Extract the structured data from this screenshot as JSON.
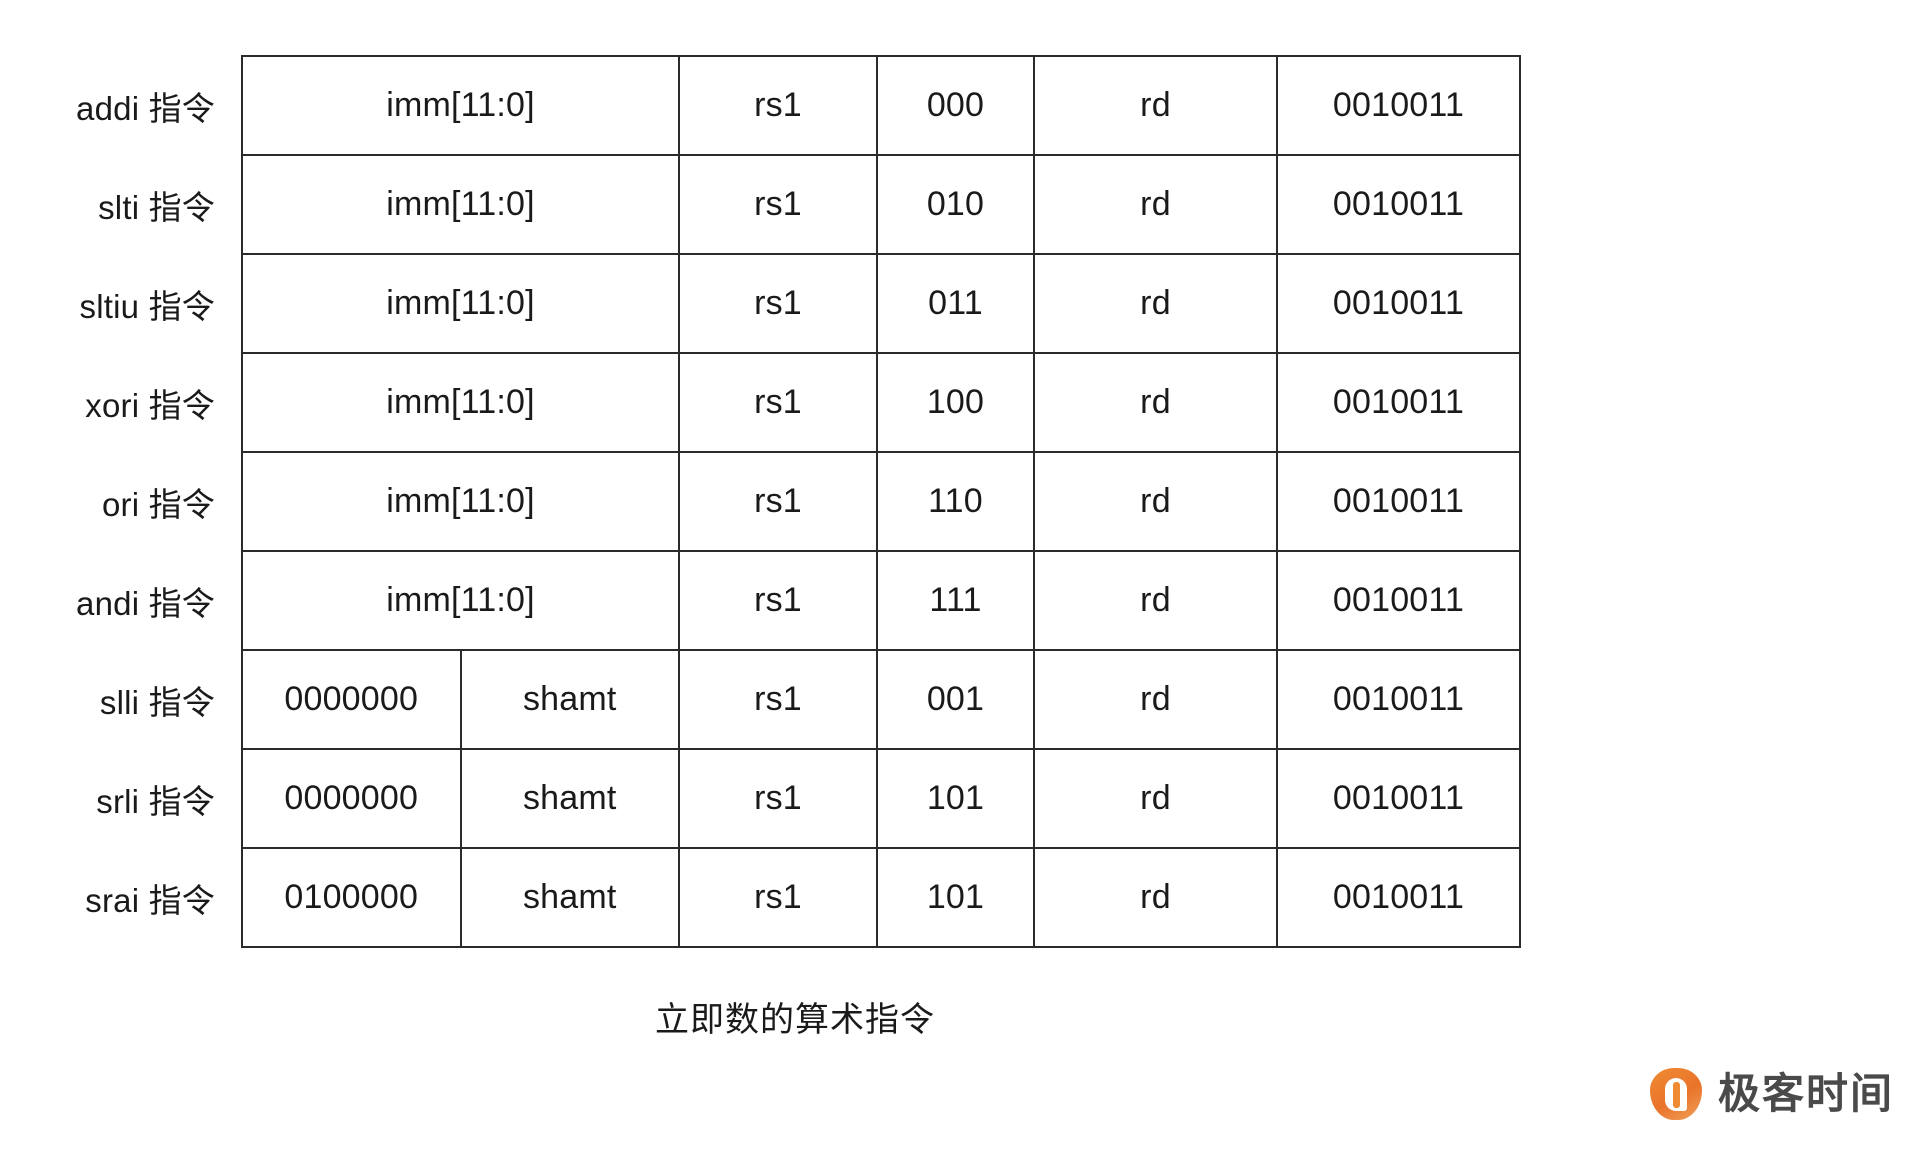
{
  "figure": {
    "caption": "立即数的算术指令",
    "colors": {
      "imm_fill": "#f2cfcc",
      "shamt_fill": "#d5e3e9",
      "cell_fill": "#ffffff",
      "border": "#2b2b2b",
      "text": "#1a1a1a",
      "brand_orange": "#ef8b33",
      "brand_gray": "#4a4a4a"
    }
  },
  "brand": {
    "name": "极客时间",
    "icon": "geek-time-drop-logo"
  },
  "table": {
    "rows": [
      {
        "label": "addi 指令",
        "layout": "imm",
        "imm": "imm[11:0]",
        "rs1": "rs1",
        "funct3": "000",
        "rd": "rd",
        "opcode": "0010011"
      },
      {
        "label": "slti 指令",
        "layout": "imm",
        "imm": "imm[11:0]",
        "rs1": "rs1",
        "funct3": "010",
        "rd": "rd",
        "opcode": "0010011"
      },
      {
        "label": "sltiu 指令",
        "layout": "imm",
        "imm": "imm[11:0]",
        "rs1": "rs1",
        "funct3": "011",
        "rd": "rd",
        "opcode": "0010011"
      },
      {
        "label": "xori 指令",
        "layout": "imm",
        "imm": "imm[11:0]",
        "rs1": "rs1",
        "funct3": "100",
        "rd": "rd",
        "opcode": "0010011"
      },
      {
        "label": "ori 指令",
        "layout": "imm",
        "imm": "imm[11:0]",
        "rs1": "rs1",
        "funct3": "110",
        "rd": "rd",
        "opcode": "0010011"
      },
      {
        "label": "andi 指令",
        "layout": "imm",
        "imm": "imm[11:0]",
        "rs1": "rs1",
        "funct3": "111",
        "rd": "rd",
        "opcode": "0010011"
      },
      {
        "label": "slli 指令",
        "layout": "shamt",
        "funct7": "0000000",
        "shamt": "shamt",
        "rs1": "rs1",
        "funct3": "001",
        "rd": "rd",
        "opcode": "0010011"
      },
      {
        "label": "srli 指令",
        "layout": "shamt",
        "funct7": "0000000",
        "shamt": "shamt",
        "rs1": "rs1",
        "funct3": "101",
        "rd": "rd",
        "opcode": "0010011"
      },
      {
        "label": "srai 指令",
        "layout": "shamt",
        "funct7": "0100000",
        "shamt": "shamt",
        "rs1": "rs1",
        "funct3": "101",
        "rd": "rd",
        "opcode": "0010011"
      }
    ]
  }
}
